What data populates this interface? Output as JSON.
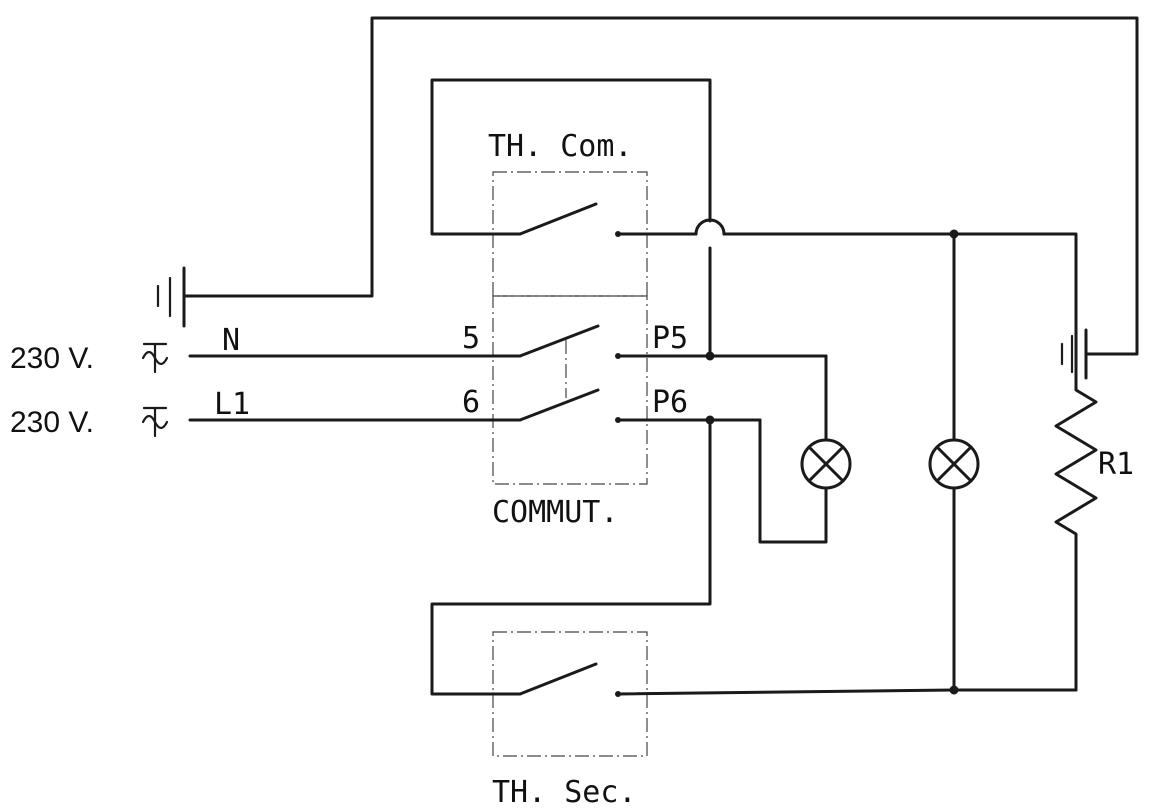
{
  "labels": {
    "th_com": "TH. Com.",
    "th_sec": "TH. Sec.",
    "commut": "COMMUT.",
    "terminal_5": "5",
    "terminal_6": "6",
    "terminal_p5": "P5",
    "terminal_p6": "P6",
    "neutral": "N",
    "line": "L1",
    "resistor": "R1",
    "supply_n": "230 V.",
    "supply_l1": "230 V."
  },
  "icons": {
    "supply": "ac-sine-icon",
    "ground": "ground-icon",
    "lamp": "lamp-icon",
    "resistor": "resistor-icon",
    "switch": "switch-icon"
  },
  "colors": {
    "line": "#1a1a1a",
    "background": "#ffffff"
  }
}
